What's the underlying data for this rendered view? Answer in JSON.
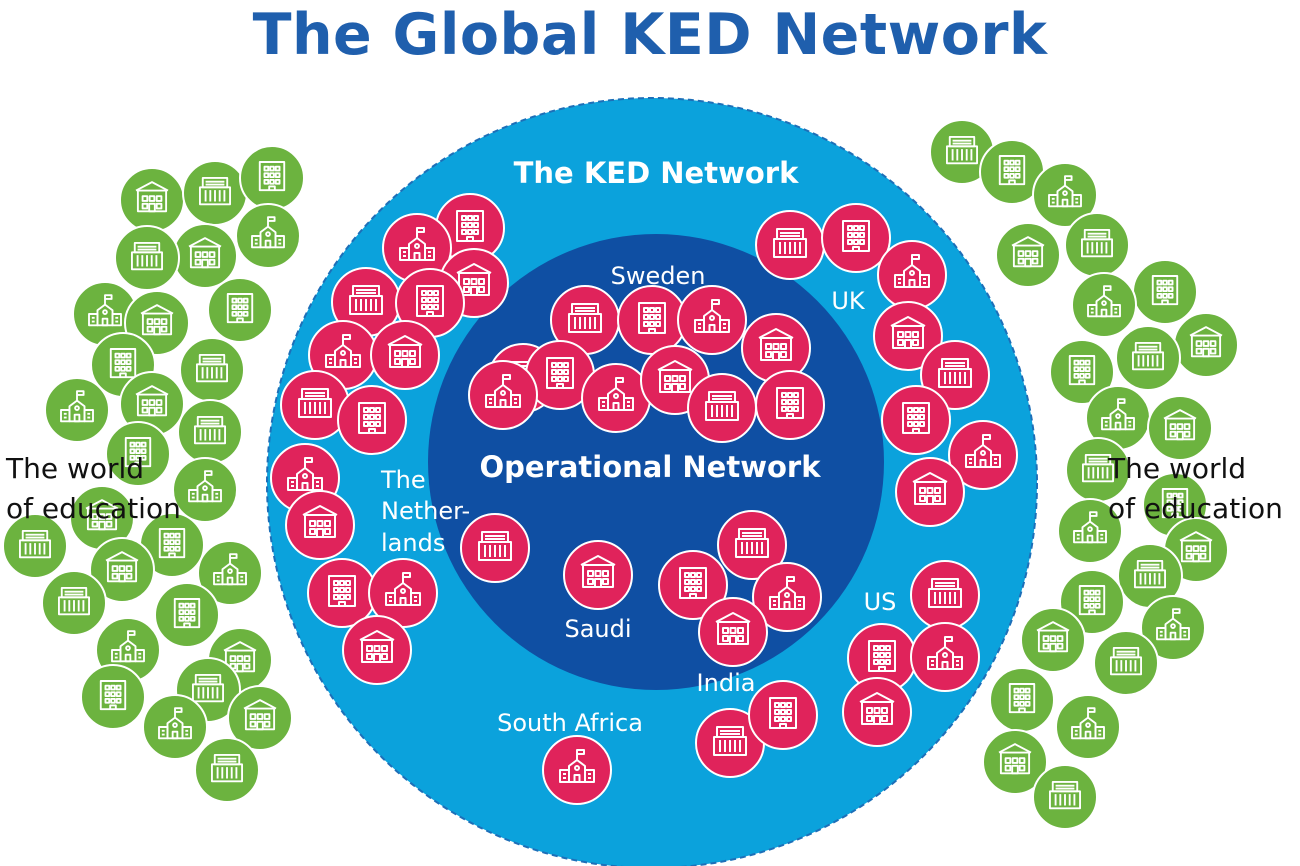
{
  "title": "The Global KED Network",
  "labels": {
    "ked_network": "The KED Network",
    "operational_network": "Operational Network",
    "world_left_line1": "The world",
    "world_left_line2": "of education",
    "world_right_line1": "The world",
    "world_right_line2": "of education",
    "sweden": "Sweden",
    "uk": "UK",
    "netherlands_line1": "The",
    "netherlands_line2": "Nether-",
    "netherlands_line3": "lands",
    "saudi": "Saudi",
    "us": "US",
    "india": "India",
    "south_africa": "South Africa"
  },
  "colors": {
    "title": "#1f5fad",
    "outer_circle": "#0ba2dc",
    "inner_circle": "#0f4fa3",
    "ked_school": "#e0235b",
    "world_school": "#6cb33f",
    "icon_stroke": "#ffffff"
  },
  "icons": {
    "school_building_a": "school-building-icon",
    "school_building_b": "columns-building-icon",
    "school_building_c": "office-building-icon",
    "school_building_d": "flag-school-icon"
  }
}
